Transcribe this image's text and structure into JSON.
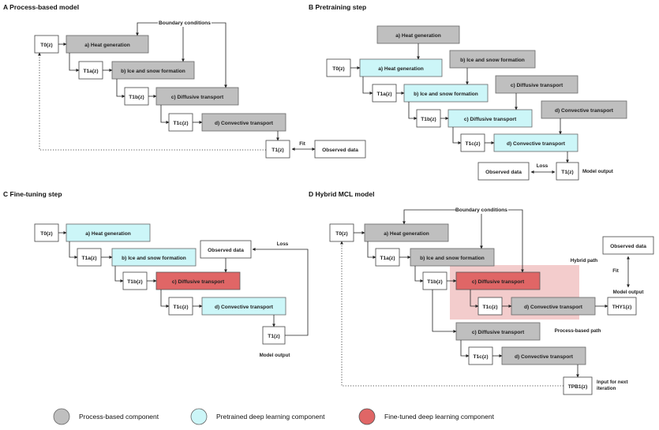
{
  "panels": {
    "a_title": "A Process-based model",
    "b_title": "B Pretraining step",
    "c_title": "C Fine-tuning step",
    "d_title": "D Hybrid MCL model"
  },
  "steps": {
    "heat": "a) Heat generation",
    "ice": "b) Ice and snow formation",
    "diff_c": "c) Diffusive transport",
    "conv_d": "d) Convective transport",
    "diff_plain": "c) Diffusive transport",
    "conv_plain": "d) Convective transport"
  },
  "vars": {
    "t0": "T0(z)",
    "t1a": "T1a(z)",
    "t1b": "T1b(z)",
    "t1c": "T1c(z)",
    "t1": "T1(z)",
    "thy1": "THY1(z)",
    "tpb1": "TPB1(z)"
  },
  "labels": {
    "boundary": "Boundary conditions",
    "observed": "Observed data",
    "fit": "Fit",
    "loss": "Loss",
    "model_output": "Model output",
    "hybrid_path": "Hybrid path",
    "process_path": "Process-based path",
    "input_next": "Input for next",
    "iteration": "iteration"
  },
  "legend": {
    "process": "Process-based component",
    "pretrained": "Pretrained deep learning component",
    "finetuned": "Fine-tuned deep learning component"
  },
  "colors": {
    "process": "#bfbfbf",
    "pretrained": "#ccf6f8",
    "finetuned": "#e06666",
    "hybrid_zone": "#f3cccc"
  }
}
